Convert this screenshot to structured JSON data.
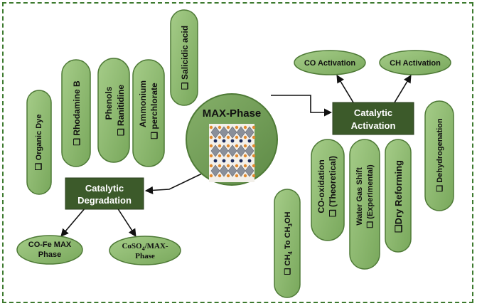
{
  "center": {
    "label": "MAX-Phase"
  },
  "degradation": {
    "title_line1": "Catalytic",
    "title_line2": "Degradation",
    "pollutants": [
      {
        "name": "pill-organic-dye",
        "label": "Organic Dye"
      },
      {
        "name": "pill-rhodamine-b",
        "label": "Rhodamine B"
      },
      {
        "name": "pill-phenols-ranitidine",
        "line1": "Phenols",
        "line2": "Ranitidine"
      },
      {
        "name": "pill-ammonium-perchlorate",
        "line1": "Ammonium",
        "line2": "perchlorate"
      },
      {
        "name": "pill-salicidic-acid",
        "label": "Salicidic acid"
      }
    ],
    "catalysts": [
      {
        "name": "pill-co-fe-max-phase",
        "line1": "CO-Fe MAX",
        "line2": "Phase"
      },
      {
        "name": "pill-coso4-max-phase",
        "line1": "CoSO",
        "line1_sub": "4",
        "line1_tail": "/MAX-",
        "line2": "Phase"
      }
    ]
  },
  "activation": {
    "title_line1": "Catalytic",
    "title_line2": "Activation",
    "targets": [
      {
        "name": "pill-co-activation",
        "label": "CO Activation"
      },
      {
        "name": "pill-ch-activation",
        "label": "CH Activation"
      }
    ],
    "reactions": [
      {
        "name": "pill-ch4-to-ch3oh",
        "part1": "CH",
        "sub1": "4",
        "part2": " To CH",
        "sub2": "3",
        "part3": "OH"
      },
      {
        "name": "pill-co-oxidation",
        "line1": "CO-oxidation",
        "line2": "(Theoretical)"
      },
      {
        "name": "pill-water-gas-shift",
        "line1": "Water Gas Shift",
        "line2": "(Experimental)"
      },
      {
        "name": "pill-dry-reforming",
        "label": "Dry Reforming"
      },
      {
        "name": "pill-dehydrogenation",
        "label": "Dehydrogenation"
      }
    ]
  },
  "colors": {
    "pill_fill": "#8db870",
    "pill_border": "#4e7a36",
    "box_fill": "#3c5a2a",
    "circle_fill": "#6f9a55",
    "frame": "#3d7a2f"
  }
}
